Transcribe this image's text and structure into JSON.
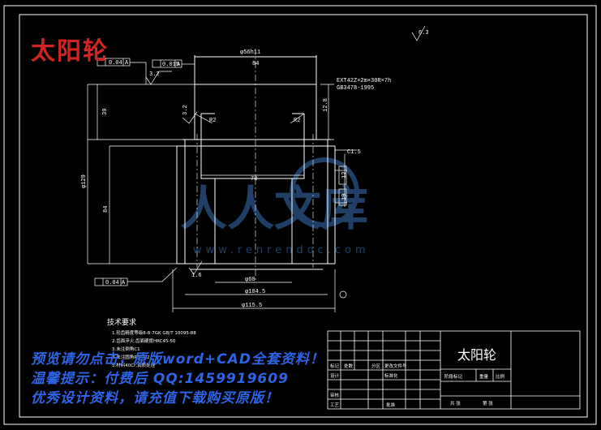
{
  "logo": "太阳轮",
  "title_block": {
    "part_name": "太阳轮",
    "row1": [
      "标记",
      "处数",
      "分区",
      "更改文件号"
    ],
    "row2_a": "设计",
    "row2_b": "标准化",
    "row3": "审核",
    "row4": [
      "工艺",
      "批准"
    ],
    "stage_labels": [
      "阶段标记",
      "重量",
      "比例"
    ],
    "sheet_labels": [
      "共 张",
      "第 张"
    ]
  },
  "tech": {
    "heading": "技术要求",
    "lines": [
      "1.轮齿精度等级8-8-7GK GB/T 10095-88",
      "2.齿面淬火,齿面硬度HRC45-50",
      "3.未注倒角C1",
      "4.未注圆角R1~R2",
      "5.材料40Cr,调质处理"
    ]
  },
  "dims": {
    "top_fit": "φ56h11",
    "top_len": "84",
    "top_tol1": "0.04",
    "top_tol2": "0.015",
    "datum": "A",
    "rough_top": "3.2",
    "left_h": "39",
    "keyway_w": "12.8",
    "spline1": "EXT42Z×2m×30R×7h",
    "spline2": "GB3478-1995",
    "angle_r": "R2",
    "bore": "78",
    "chamfer": "C1.5",
    "tol_r1": "12",
    "tol_r2": "19",
    "od": "φ129",
    "bore_depth": "84",
    "bottom_tol": "0.04",
    "rough_bottom": "1.6",
    "inner_dia": "φ60",
    "outer_dia": "φ104.5",
    "pcd": "φ115.5",
    "rough_corner": "6.3"
  },
  "watermark": {
    "brand": "人人文库",
    "url": "www.renrendoc.com"
  },
  "promo": {
    "line1": "预览请勿点击，原版word+CAD全套资料！",
    "line2": "温馨提示：付费后 QQ:1459919609",
    "line3": "优秀设计资料，请充值下载购买原版！"
  }
}
